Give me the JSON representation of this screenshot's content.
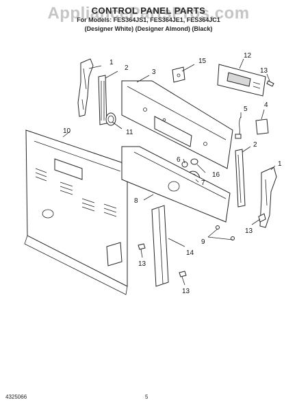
{
  "header": {
    "title": "CONTROL PANEL PARTS",
    "subtitle": "For Models: FES364JS1, FES364JE1, FES364JC1",
    "variants": "(Designer White) (Designer Almond) (Black)",
    "watermark": "AppliancePartsPros.com"
  },
  "footer": {
    "part_code": "4325066",
    "page_number": "5"
  },
  "callouts": [
    "1",
    "2",
    "3",
    "15",
    "12",
    "13",
    "5",
    "4",
    "10",
    "11",
    "2",
    "6",
    "16",
    "7",
    "1",
    "8",
    "9",
    "13",
    "13",
    "14",
    "13"
  ]
}
